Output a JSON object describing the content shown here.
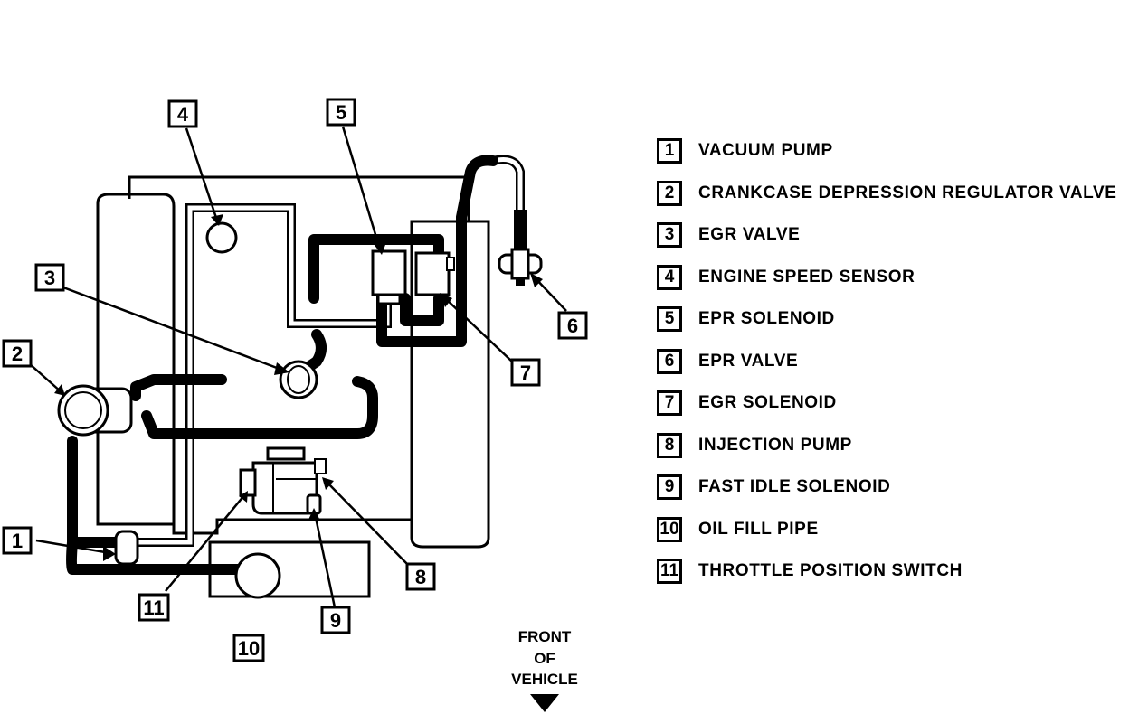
{
  "callouts": [
    "1",
    "2",
    "3",
    "4",
    "5",
    "6",
    "7",
    "8",
    "9",
    "10",
    "11"
  ],
  "legend": [
    {
      "num": "1",
      "label": "VACUUM PUMP"
    },
    {
      "num": "2",
      "label": "CRANKCASE DEPRESSION REGULATOR VALVE"
    },
    {
      "num": "3",
      "label": "EGR VALVE"
    },
    {
      "num": "4",
      "label": "ENGINE SPEED SENSOR"
    },
    {
      "num": "5",
      "label": "EPR SOLENOID"
    },
    {
      "num": "6",
      "label": "EPR VALVE"
    },
    {
      "num": "7",
      "label": "EGR SOLENOID"
    },
    {
      "num": "8",
      "label": "INJECTION PUMP"
    },
    {
      "num": "9",
      "label": "FAST IDLE SOLENOID"
    },
    {
      "num": "10",
      "label": "OIL FILL PIPE"
    },
    {
      "num": "11",
      "label": "THROTTLE POSITION SWITCH"
    }
  ],
  "front": {
    "line1": "FRONT",
    "line2": "OF",
    "line3": "VEHICLE"
  }
}
